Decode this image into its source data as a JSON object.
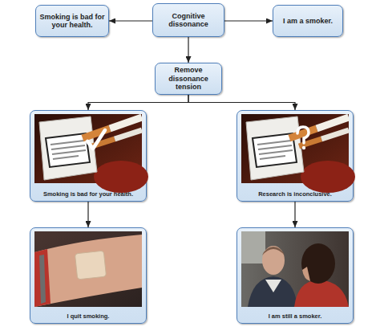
{
  "diagram": {
    "nodes": [
      {
        "text": [
          "Smoking is bad for your health."
        ]
      },
      {
        "text": [
          "Cognitive dissonance"
        ]
      },
      {
        "text": [
          "I am a smoker."
        ]
      },
      {
        "text": [
          "Remove dissonance tension"
        ]
      },
      {
        "text": [
          "Smoking is bad for your health."
        ]
      },
      {
        "text": [
          "Research is inconclusive."
        ]
      },
      {
        "text": [
          "I quit smoking."
        ]
      },
      {
        "text": [
          "I am still a smoker."
        ]
      }
    ],
    "edges": [
      {
        "from": 1,
        "to": 0,
        "arrow": "to"
      },
      {
        "from": 1,
        "to": 2,
        "arrow": "to"
      },
      {
        "from": 1,
        "to": 3,
        "arrow": "to"
      },
      {
        "from": 3,
        "to": 4,
        "arrow": "to"
      },
      {
        "from": 3,
        "to": 5,
        "arrow": "to"
      },
      {
        "from": 4,
        "to": 6,
        "arrow": "to"
      },
      {
        "from": 5,
        "to": 7,
        "arrow": "to"
      }
    ]
  }
}
